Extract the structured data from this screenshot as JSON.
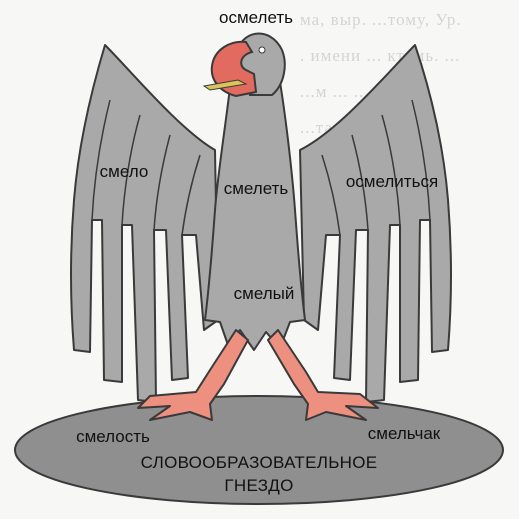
{
  "diagram": {
    "root_word": "осмелеть",
    "words": {
      "left_wing": "смело",
      "chest": "смелеть",
      "right_wing": "осмелиться",
      "body": "смелый",
      "left_base": "смелость",
      "right_base": "смельчак"
    },
    "nest_label_line1": "СЛОВООБРАЗОВАТЕЛЬНОЕ",
    "nest_label_line2": "ГНЕЗДО"
  },
  "colors": {
    "eagle_gray": "#a9a9a9",
    "eagle_outline": "#3a3a3a",
    "beak_red": "#e26a5e",
    "legs_salmon": "#ee9080",
    "nest_gray": "#8f8f8f"
  }
}
